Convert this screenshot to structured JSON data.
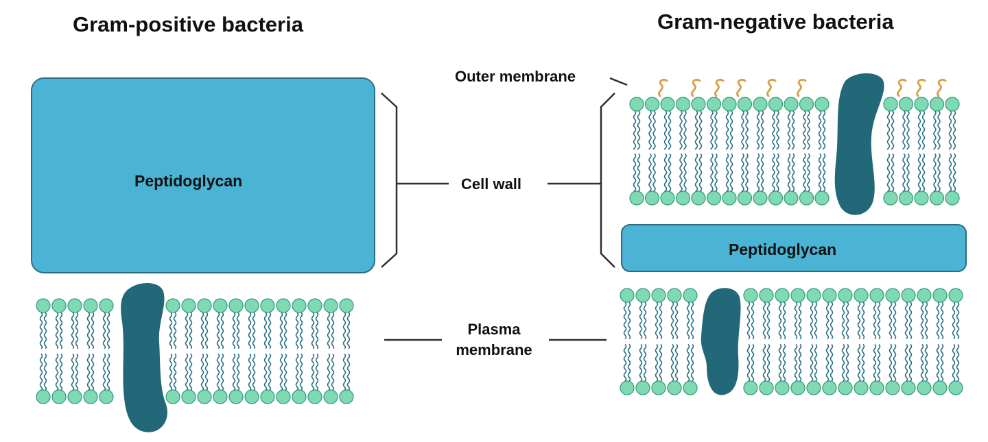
{
  "titles": {
    "gram_positive": "Gram-positive bacteria",
    "gram_negative": "Gram-negative bacteria"
  },
  "labels": {
    "outer_membrane": "Outer membrane",
    "cell_wall": "Cell wall",
    "plasma_membrane_line1": "Plasma",
    "plasma_membrane_line2": "membrane",
    "peptidoglycan_left": "Peptidoglycan",
    "peptidoglycan_right": "Peptidoglycan"
  },
  "colors": {
    "peptidoglycan": "#4bb4d4",
    "lipid_head": "#7fd9b3",
    "lipid_head_stroke": "#2f9a7a",
    "lipid_tail": "#2b6f85",
    "protein": "#236878",
    "carbohydrate": "#d9a24f",
    "line": "#2e2e2e",
    "text": "#111111"
  }
}
